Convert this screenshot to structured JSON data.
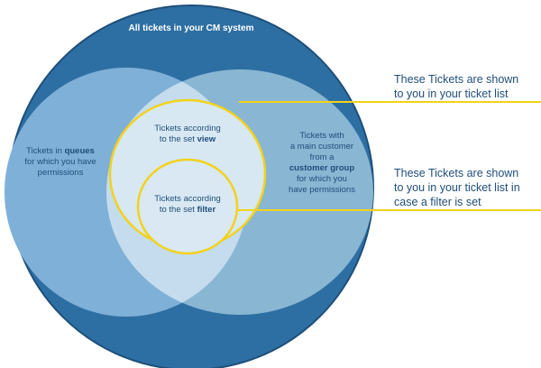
{
  "diagram": {
    "outer_title": "All tickets in your CM system",
    "queues_label": {
      "lines": [
        [
          {
            "t": "Tickets in ",
            "b": false
          },
          {
            "t": "queues",
            "b": true
          }
        ],
        [
          {
            "t": "for which you have",
            "b": false
          }
        ],
        [
          {
            "t": "permissions",
            "b": false
          }
        ]
      ]
    },
    "customer_label": {
      "lines": [
        [
          {
            "t": "Tickets with",
            "b": false
          }
        ],
        [
          {
            "t": "a main customer",
            "b": false
          }
        ],
        [
          {
            "t": "from a",
            "b": false
          }
        ],
        [
          {
            "t": "customer group",
            "b": true
          }
        ],
        [
          {
            "t": "for which you",
            "b": false
          }
        ],
        [
          {
            "t": "have permissions",
            "b": false
          }
        ]
      ]
    },
    "view_label": {
      "lines": [
        [
          {
            "t": "Tickets according",
            "b": false
          }
        ],
        [
          {
            "t": "to the set ",
            "b": false
          },
          {
            "t": "view",
            "b": true
          }
        ]
      ]
    },
    "filter_label": {
      "lines": [
        [
          {
            "t": "Tickets according",
            "b": false
          }
        ],
        [
          {
            "t": "to the set ",
            "b": false
          },
          {
            "t": "filter",
            "b": true
          }
        ]
      ]
    }
  },
  "annotations": {
    "view_note": {
      "lines": [
        "These Tickets are shown",
        "to you in your ticket list"
      ]
    },
    "filter_note": {
      "lines": [
        "These Tickets are shown",
        "to you in your ticket list in",
        "case a filter is set"
      ]
    }
  },
  "colors": {
    "outer_fill": "#2e6fa3",
    "outer_stroke": "#1e4f7a",
    "queues_fill": "#7fb0d8",
    "customer_fill": "#8eb9d6",
    "overlap_fill": "#c4dced",
    "view_fill": "#d8e8f3",
    "highlight": "#f2d21b",
    "text_dark": "#1f4e79",
    "text_light": "#ffffff"
  }
}
